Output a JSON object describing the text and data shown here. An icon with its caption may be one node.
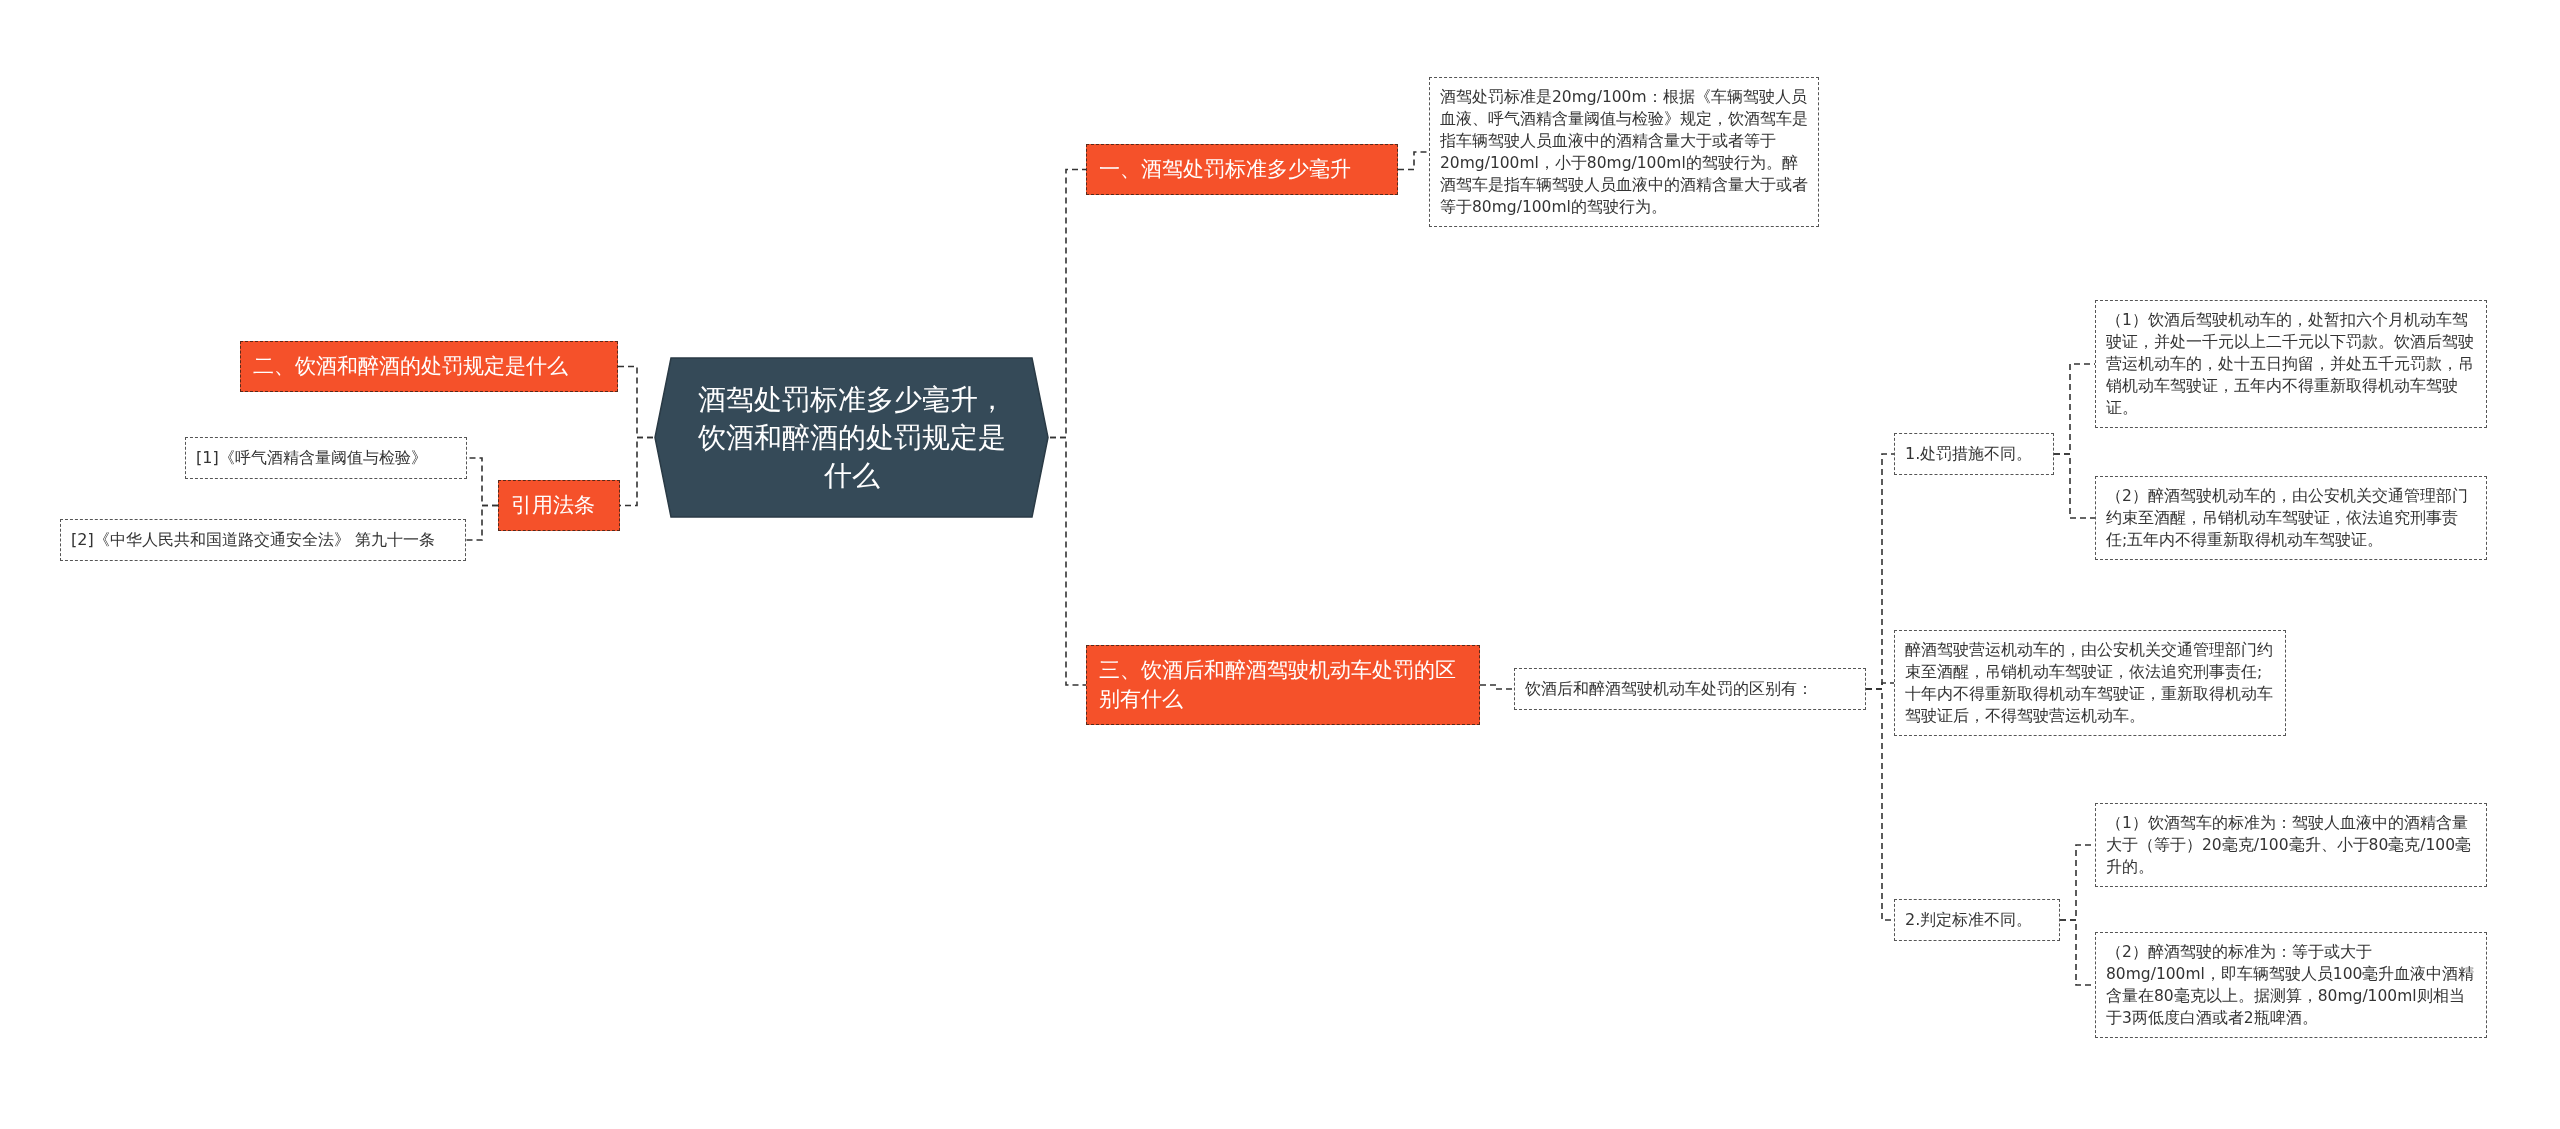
{
  "diagram": {
    "nodes": [
      {
        "text": [
          "酒驾处罚标准多少毫升，饮酒和醉酒的处罚规定是什么"
        ]
      },
      {
        "text": [
          "一、酒驾处罚标准多少毫升"
        ]
      },
      {
        "text": [
          "酒驾处罚标准是20mg/100m：根据《车辆驾驶人员血液、呼气酒精含量阈值与检验》规定，饮酒驾车是指车辆驾驶人员血液中的酒精含量大于或者等于20mg/100ml，小于80mg/100ml的驾驶行为。醉酒驾车是指车辆驾驶人员血液中的酒精含量大于或者等于80mg/100ml的驾驶行为。"
        ]
      },
      {
        "text": [
          "二、饮酒和醉酒的处罚规定是什么"
        ]
      },
      {
        "text": [
          "引用法条"
        ]
      },
      {
        "text": [
          "[1]《呼气酒精含量阈值与检验》"
        ]
      },
      {
        "text": [
          "[2]《中华人民共和国道路交通安全法》 第九十一条"
        ]
      },
      {
        "text": [
          "三、饮酒后和醉酒驾驶机动车处罚的区别有什么"
        ]
      },
      {
        "text": [
          "饮酒后和醉酒驾驶机动车处罚的区别有："
        ]
      },
      {
        "text": [
          "1.处罚措施不同。"
        ]
      },
      {
        "text": [
          "（1）饮酒后驾驶机动车的，处暂扣六个月机动车驾驶证，并处一千元以上二千元以下罚款。饮酒后驾驶营运机动车的，处十五日拘留，并处五千元罚款，吊销机动车驾驶证，五年内不得重新取得机动车驾驶证。"
        ]
      },
      {
        "text": [
          "（2）醉酒驾驶机动车的，由公安机关交通管理部门约束至酒醒，吊销机动车驾驶证，依法追究刑事责任;五年内不得重新取得机动车驾驶证。"
        ]
      },
      {
        "text": [
          "醉酒驾驶营运机动车的，由公安机关交通管理部门约束至酒醒，吊销机动车驾驶证，依法追究刑事责任;十年内不得重新取得机动车驾驶证，重新取得机动车驾驶证后，不得驾驶营运机动车。"
        ]
      },
      {
        "text": [
          "2.判定标准不同。"
        ]
      },
      {
        "text": [
          "（1）饮酒驾车的标准为：驾驶人血液中的酒精含量大于（等于）20毫克/100毫升、小于80毫克/100毫升的。"
        ]
      },
      {
        "text": [
          "（2）醉酒驾驶的标准为：等于或大于80mg/100ml，即车辆驾驶人员100毫升血液中酒精含量在80毫克以上。据测算，80mg/100ml则相当于3两低度白酒或者2瓶啤酒。"
        ]
      }
    ],
    "edges": [
      {
        "from": 0,
        "to": 1,
        "arrow": "none"
      },
      {
        "from": 1,
        "to": 2,
        "arrow": "none"
      },
      {
        "from": 0,
        "to": 3,
        "arrow": "none"
      },
      {
        "from": 0,
        "to": 4,
        "arrow": "none"
      },
      {
        "from": 4,
        "to": 5,
        "arrow": "none"
      },
      {
        "from": 4,
        "to": 6,
        "arrow": "none"
      },
      {
        "from": 0,
        "to": 7,
        "arrow": "none"
      },
      {
        "from": 7,
        "to": 8,
        "arrow": "none"
      },
      {
        "from": 8,
        "to": 9,
        "arrow": "none"
      },
      {
        "from": 9,
        "to": 10,
        "arrow": "none"
      },
      {
        "from": 9,
        "to": 11,
        "arrow": "none"
      },
      {
        "from": 8,
        "to": 12,
        "arrow": "none"
      },
      {
        "from": 8,
        "to": 13,
        "arrow": "none"
      },
      {
        "from": 13,
        "to": 14,
        "arrow": "none"
      },
      {
        "from": 13,
        "to": 15,
        "arrow": "none"
      }
    ]
  }
}
